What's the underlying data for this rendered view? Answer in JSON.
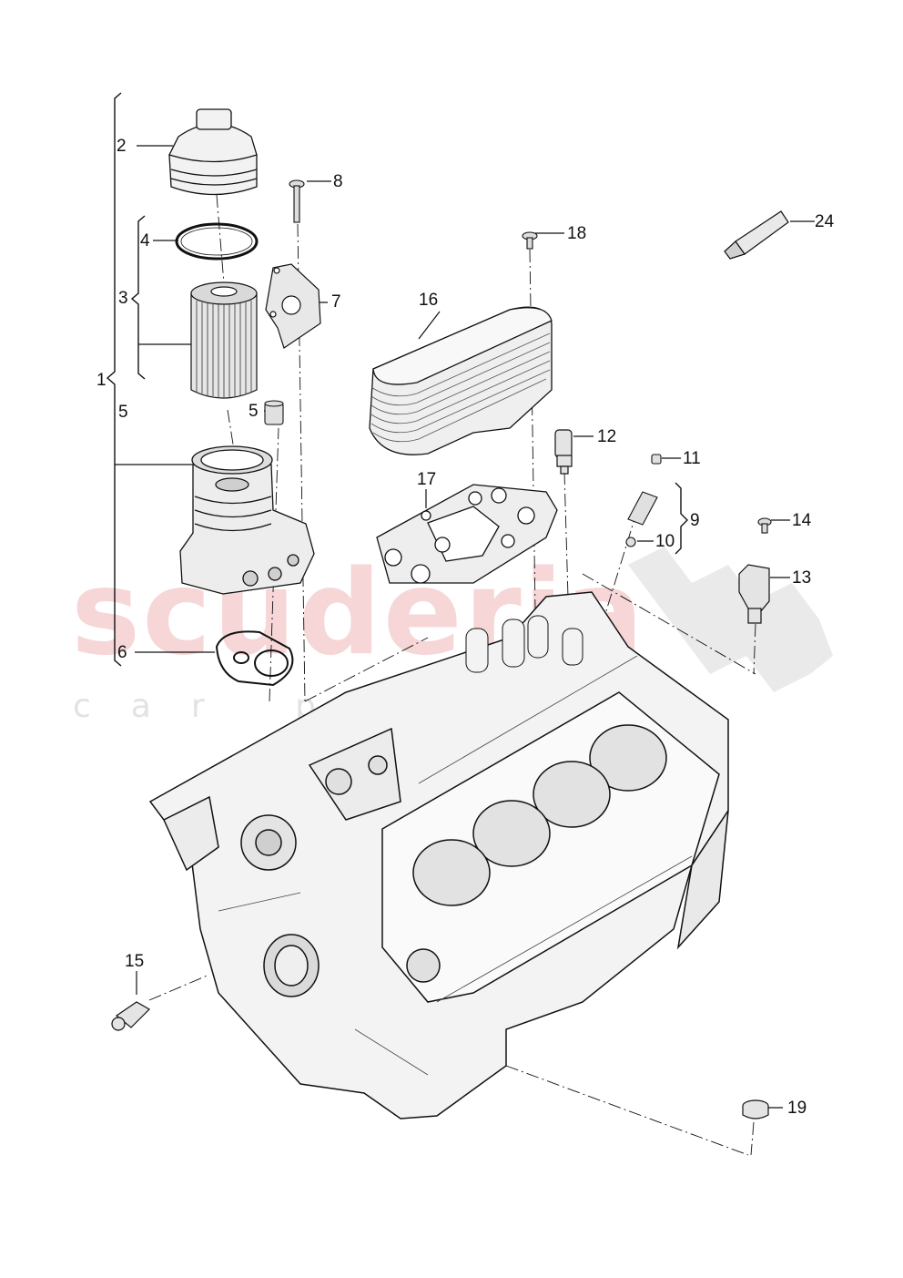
{
  "watermark": {
    "brand": "scuderia",
    "tagline": "car parts"
  },
  "callouts": {
    "c1": "1",
    "c2": "2",
    "c3": "3",
    "c4": "4",
    "c5a": "5",
    "c5b": "5",
    "c6": "6",
    "c7": "7",
    "c8": "8",
    "c9": "9",
    "c10": "10",
    "c11": "11",
    "c12": "12",
    "c13": "13",
    "c14": "14",
    "c15": "15",
    "c16": "16",
    "c17": "17",
    "c18": "18",
    "c19": "19",
    "c24": "24"
  },
  "colors": {
    "line": "#111111",
    "part_fill": "#f2f2f2",
    "watermark_red": "#e17878",
    "watermark_gray": "#969696"
  }
}
